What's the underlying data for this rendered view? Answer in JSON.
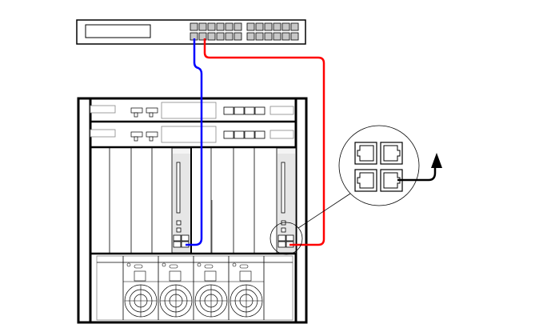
{
  "colors": {
    "cable_a": "#0000ff",
    "cable_b": "#ff0000",
    "port_fill": "#c8c8c8",
    "line": "#000000"
  },
  "icons": [
    "network-switch",
    "server-chassis",
    "rj45-port",
    "arrow-up-icon",
    "fan-icon"
  ]
}
